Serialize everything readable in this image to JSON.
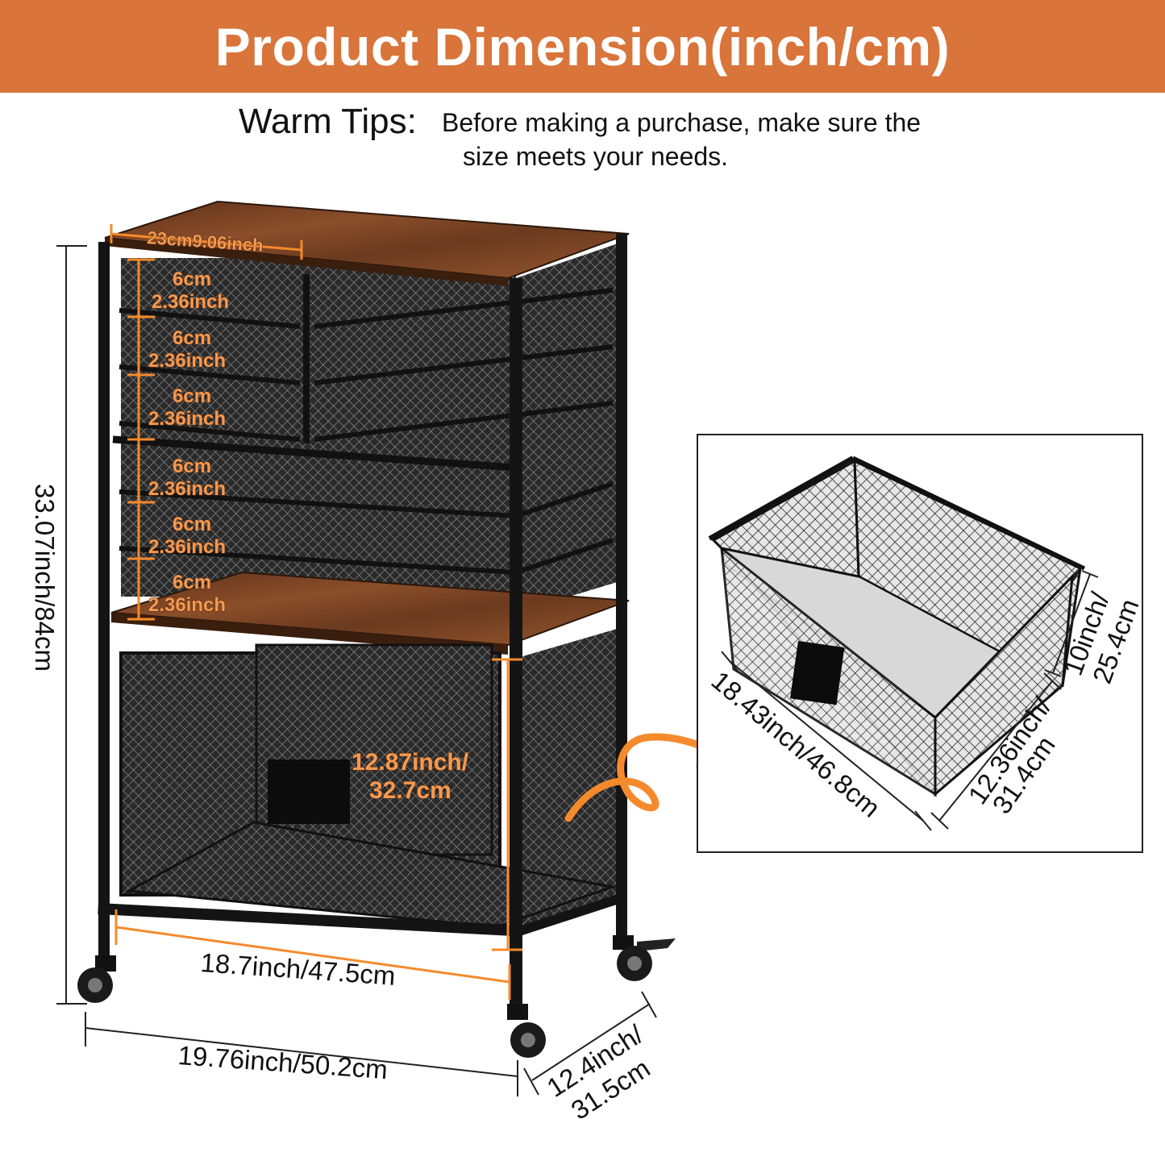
{
  "header": {
    "title": "Product Dimension(inch/cm)",
    "banner_color": "#d9743a"
  },
  "tips": {
    "heading": "Warm Tips:",
    "line1": "Before making a purchase, make sure the",
    "line2": "size meets your needs."
  },
  "cart_dimensions": {
    "top_width": "23cm9.06inch",
    "shelf_cm": "6cm",
    "shelf_inch": "2.36inch",
    "total_height": "33.07inch/84cm",
    "drawer_height_line1": "12.87inch/",
    "drawer_height_line2": "32.7cm",
    "inner_width": "18.7inch/47.5cm",
    "outer_width": "19.76inch/50.2cm",
    "depth_line1": "12.4inch/",
    "depth_line2": "31.5cm"
  },
  "basket_dimensions": {
    "length": "18.43inch/46.8cm",
    "height_line1": "10inch/",
    "height_line2": "25.4cm",
    "width_line1": "12.36inch/",
    "width_line2": "31.4cm"
  },
  "colors": {
    "accent_orange": "#f58a2c",
    "wood": "#7a4424",
    "metal": "#1a1a1a"
  },
  "icons": [
    "curved-arrow-icon",
    "caster-wheel-icon",
    "mesh-basket-icon"
  ]
}
